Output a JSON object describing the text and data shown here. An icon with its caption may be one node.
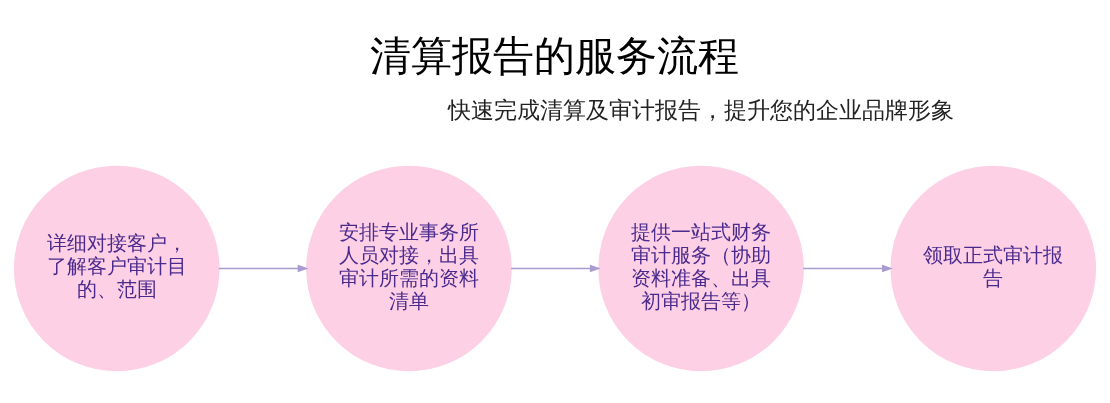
{
  "diagram": {
    "title": "清算报告的服务流程",
    "nodes": [
      {
        "text": [
          "详细对接客户，了解客户审计目的、范围"
        ]
      },
      {
        "text": [
          "安排专业事务所人员对接，出具审计所需的资料清单"
        ]
      },
      {
        "text": [
          "提供一站式财务审计服务（协助资料准备、出具初审报告等）"
        ]
      },
      {
        "text": [
          "领取正式审计报告"
        ]
      }
    ],
    "edges": [
      {
        "from": 0,
        "to": 1,
        "arrow": "to"
      },
      {
        "from": 1,
        "to": 2,
        "arrow": "to"
      },
      {
        "from": 2,
        "to": 3,
        "arrow": "to"
      }
    ],
    "labels": [
      "快速完成清算及审计报告，提升您的企业品牌形象"
    ]
  }
}
